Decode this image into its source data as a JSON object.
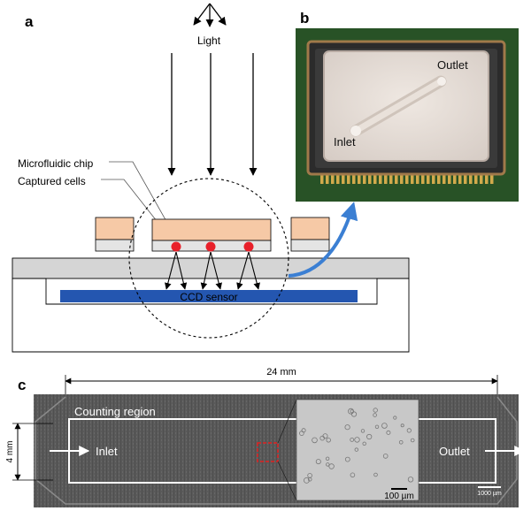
{
  "panels": {
    "a": {
      "label": "a",
      "light_label": "Light",
      "chip_label": "Microfluidic chip",
      "cells_label": "Captured cells",
      "sensor_label": "CCD sensor"
    },
    "b": {
      "label": "b",
      "outlet_label": "Outlet",
      "inlet_label": "Inlet"
    },
    "c": {
      "label": "c",
      "width_label": "24 mm",
      "height_label": "4 mm",
      "region_label": "Counting region",
      "inlet_label": "Inlet",
      "outlet_label": "Outlet",
      "scalebar_inset": "100 µm",
      "scalebar_main": "1000 µm"
    }
  },
  "colors": {
    "pad": "#f6c9a6",
    "sensor": "#2456b0",
    "cell": "#e8202a",
    "curve_arrow": "#3b7fd3",
    "board": "#2d5a2a",
    "photo_bg": "#555555",
    "roi_box": "#e02020"
  }
}
